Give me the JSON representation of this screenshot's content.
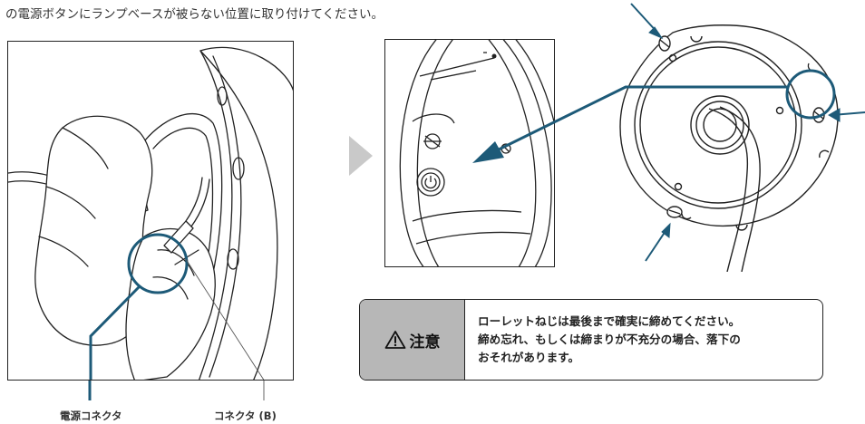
{
  "instruction_text": "の電源ボタンにランプベースが被らない位置に取り付けてください。",
  "labels": {
    "power_connector": "電源コネクタ",
    "connector_b": "コネクタ (B)"
  },
  "caution": {
    "title": "注意",
    "icon": "warning-triangle-icon",
    "lines": [
      "ローレットねじは最後まで確実に締めてください。",
      "締め忘れ、もしくは締まりが不充分の場合、落下の",
      "おそれがあります。"
    ]
  },
  "colors": {
    "accent_teal": "#1d5a78",
    "arrow_grey": "#c9c9c9",
    "caution_grey": "#b7b7b7"
  }
}
